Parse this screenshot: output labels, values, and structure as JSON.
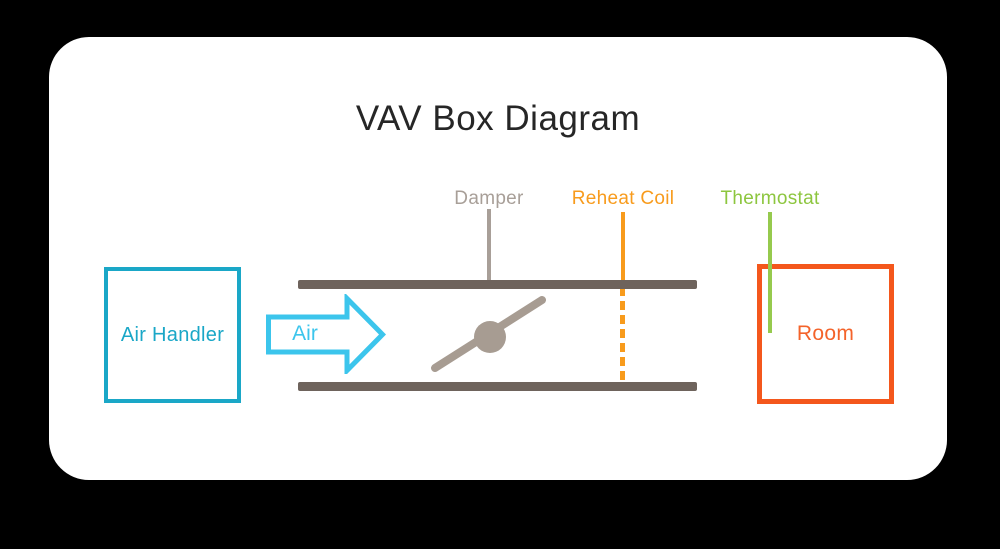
{
  "title": "VAV Box Diagram",
  "diagram": {
    "air_handler_label": "Air Handler",
    "air_flow_label": "Air",
    "room_label": "Room",
    "callouts": {
      "damper": {
        "label": "Damper",
        "color": "#A89F98"
      },
      "reheat_coil": {
        "label": "Reheat Coil",
        "color": "#F89B1C"
      },
      "thermostat": {
        "label": "Thermostat",
        "color": "#8DC63F"
      }
    },
    "colors": {
      "page_bg": "#000000",
      "card_bg": "#FFFFFF",
      "title_text": "#262626",
      "duct": "#6E635C",
      "damper_blade": "#A79C92",
      "air_handler_teal": "#1AA7C7",
      "air_arrow_cyan": "#3CC5EC",
      "reheat_orange": "#F89B1C",
      "thermostat_green": "#8DC63F",
      "room_border_orange": "#F4571C"
    }
  }
}
